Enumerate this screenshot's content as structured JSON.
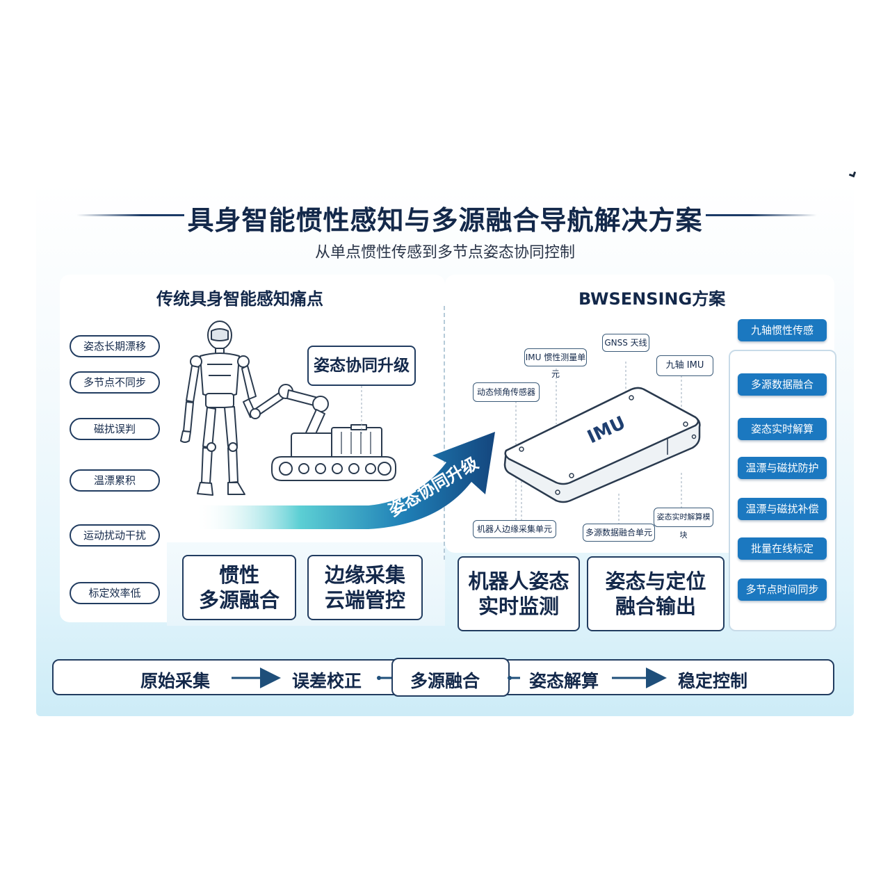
{
  "title": "具身智能惯性感知与多源融合导航解决方案",
  "subtitle": "从单点惯性传感到多节点姿态协同控制",
  "left": {
    "heading": "传统具身智能感知痛点",
    "pain_points": [
      "姿态长期漂移",
      "多节点不同步",
      "磁扰误判",
      "温漂累积",
      "运动扰动干扰",
      "标定效率低"
    ],
    "callout": "姿态协同升级",
    "arrow_label": "姿态协同升级",
    "bottom_cards": [
      {
        "line1": "惯性",
        "line2": "多源融合"
      },
      {
        "line1": "边缘采集",
        "line2": "云端管控"
      }
    ]
  },
  "right": {
    "heading": "BWSENSING方案",
    "device_label": "IMU",
    "tags": {
      "imu_unit": "IMU 惯性测量单元",
      "gnss": "GNSS 天线",
      "nine_axis_imu": "九轴 IMU",
      "tilt": "动态倾角传感器",
      "edge": "机器人边缘采集单元",
      "fusion": "多源数据融合单元",
      "solve": "姿态实时解算模块"
    },
    "bottom_cards": [
      {
        "line1": "机器人姿态",
        "line2": "实时监测"
      },
      {
        "line1": "姿态与定位",
        "line2": "融合输出"
      }
    ],
    "features_top": "九轴惯性传感",
    "features": [
      "多源数据融合",
      "姿态实时解算",
      "温漂与磁扰防护",
      "温漂与磁扰补偿",
      "批量在线标定",
      "多节点时间同步"
    ]
  },
  "flow": [
    "原始采集",
    "误差校正",
    "多源融合",
    "姿态解算",
    "稳定控制"
  ],
  "colors": {
    "navy": "#13284a",
    "accent_blue": "#1b78c0",
    "teal": "#2fb7c9"
  }
}
